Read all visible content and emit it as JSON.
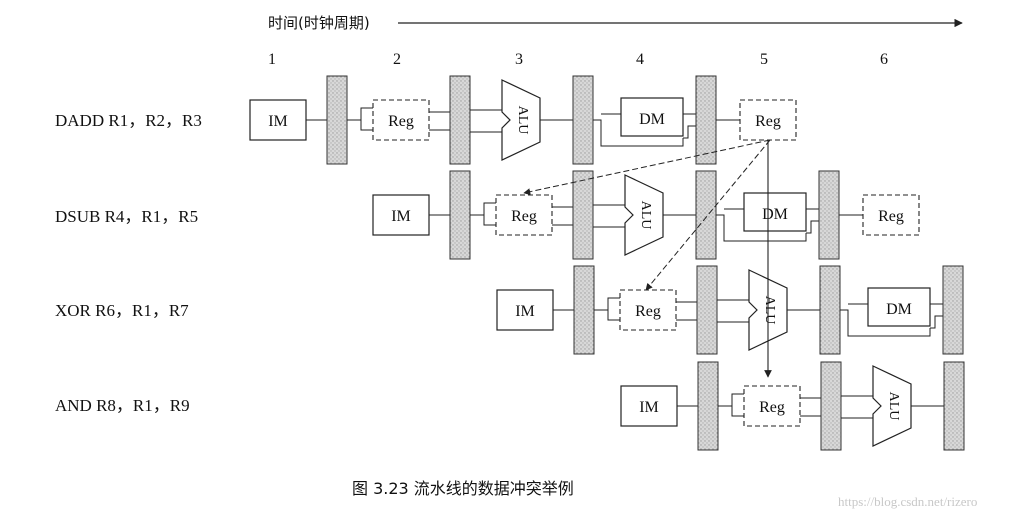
{
  "time_axis": {
    "label": "时间(时钟周期)",
    "cycles": [
      "1",
      "2",
      "3",
      "4",
      "5",
      "6"
    ]
  },
  "instructions": [
    {
      "text": "DADD R1，R2，R3",
      "stages": {
        "im": "IM",
        "reg": "Reg",
        "alu": "ALU",
        "dm": "DM",
        "wb": "Reg"
      }
    },
    {
      "text": "DSUB R4，R1，R5",
      "stages": {
        "im": "IM",
        "reg": "Reg",
        "alu": "ALU",
        "dm": "DM",
        "wb": "Reg"
      }
    },
    {
      "text": "XOR R6，R1，R7",
      "stages": {
        "im": "IM",
        "reg": "Reg",
        "alu": "ALU",
        "dm": "DM"
      }
    },
    {
      "text": "AND R8，R1，R9",
      "stages": {
        "im": "IM",
        "reg": "Reg",
        "alu": "ALU"
      }
    }
  ],
  "caption": "图 3.23   流水线的数据冲突举例",
  "watermark": "https://blog.csdn.net/rizero",
  "colors": {
    "line": "#222222",
    "pipeline_register_fill": "#d4d4d4",
    "stage_box_fill": "#ffffff",
    "watermark": "#c8c8c8"
  }
}
